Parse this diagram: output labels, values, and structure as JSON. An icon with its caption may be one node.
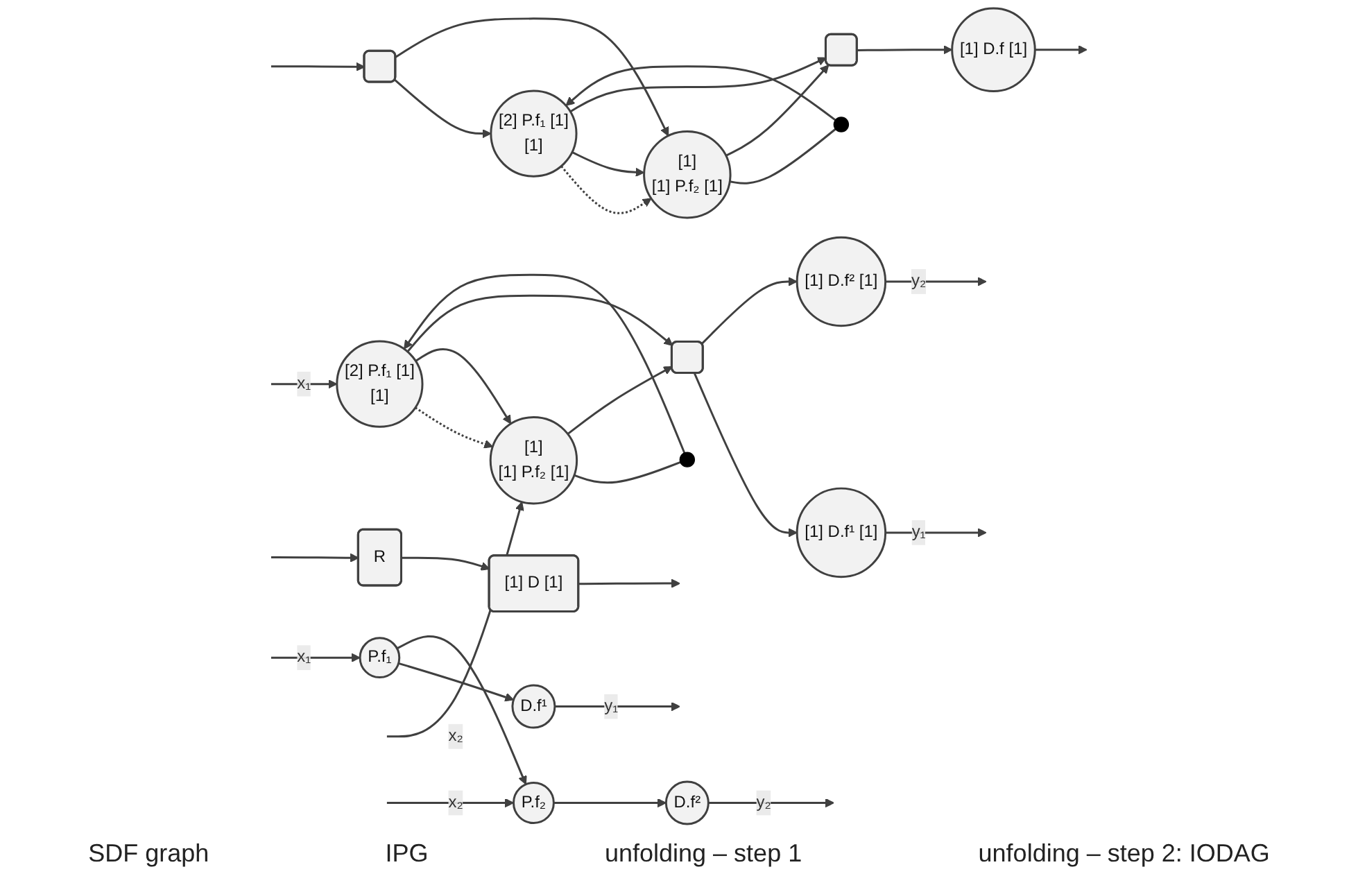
{
  "diagram": {
    "nodes": [
      {
        "text": [
          "R"
        ]
      },
      {
        "text": [
          "[1] D [1]"
        ]
      },
      {
        "text": [],
        "shape": "box"
      },
      {
        "text": [
          "[2] P.f₁ [1]",
          "[1]"
        ]
      },
      {
        "text": [],
        "shape": "circle"
      },
      {
        "text": [
          "[1]",
          "[1] P.f₂ [1]"
        ]
      },
      {
        "text": [],
        "shape": "box"
      },
      {
        "text": [
          "[1] D.f [1]"
        ]
      },
      {
        "text": [
          "[2] P.f₁ [1]",
          "[1]"
        ]
      },
      {
        "text": [
          "[1] D.f¹ [1]"
        ]
      },
      {
        "text": [
          "P.f₁"
        ]
      },
      {
        "text": [
          "D.f¹"
        ]
      },
      {
        "text": [],
        "shape": "circle"
      },
      {
        "text": [],
        "shape": "box"
      },
      {
        "text": [
          "[1]",
          "[1] P.f₂ [1]"
        ]
      },
      {
        "text": [
          "[1] D.f² [1]"
        ]
      },
      {
        "text": [
          "P.f₂"
        ]
      },
      {
        "text": [
          "D.f²"
        ]
      }
    ],
    "edges": [
      {
        "from": null,
        "to": 0,
        "arrow": "to"
      },
      {
        "from": 0,
        "to": 1,
        "arrow": "to"
      },
      {
        "from": 1,
        "to": null,
        "arrow": "to"
      },
      {
        "from": null,
        "to": 2,
        "arrow": "to"
      },
      {
        "from": 2,
        "to": 3,
        "arrow": "to"
      },
      {
        "from": 2,
        "to": 5,
        "arrow": "to"
      },
      {
        "from": 5,
        "to": 4,
        "arrow": "none"
      },
      {
        "from": 4,
        "to": 3,
        "arrow": "to"
      },
      {
        "from": 3,
        "to": 5,
        "arrow": "to",
        "style": "dashed"
      },
      {
        "from": 3,
        "to": 5,
        "arrow": "to"
      },
      {
        "from": 3,
        "to": 6,
        "arrow": "to"
      },
      {
        "from": 5,
        "to": 6,
        "arrow": "to"
      },
      {
        "from": 6,
        "to": 7,
        "arrow": "to"
      },
      {
        "from": 7,
        "to": null,
        "arrow": "to"
      },
      {
        "from": null,
        "to": 8,
        "arrow": "to",
        "label": "x₁"
      },
      {
        "from": null,
        "to": 14,
        "arrow": "to",
        "label": "x₂"
      },
      {
        "from": 14,
        "to": 12,
        "arrow": "none"
      },
      {
        "from": 12,
        "to": 8,
        "arrow": "to"
      },
      {
        "from": 8,
        "to": 14,
        "arrow": "to",
        "style": "dashed"
      },
      {
        "from": 8,
        "to": 14,
        "arrow": "to"
      },
      {
        "from": 8,
        "to": 13,
        "arrow": "to"
      },
      {
        "from": 14,
        "to": 13,
        "arrow": "to"
      },
      {
        "from": 13,
        "to": 9,
        "arrow": "to"
      },
      {
        "from": 13,
        "to": 15,
        "arrow": "to"
      },
      {
        "from": 9,
        "to": null,
        "arrow": "to",
        "label": "y₁"
      },
      {
        "from": 15,
        "to": null,
        "arrow": "to",
        "label": "y₂"
      },
      {
        "from": null,
        "to": 10,
        "arrow": "to",
        "label": "x₁"
      },
      {
        "from": 10,
        "to": 11,
        "arrow": "to"
      },
      {
        "from": 10,
        "to": 16,
        "arrow": "to"
      },
      {
        "from": null,
        "to": 16,
        "arrow": "to",
        "label": "x₂"
      },
      {
        "from": 11,
        "to": null,
        "arrow": "to",
        "label": "y₁"
      },
      {
        "from": 16,
        "to": 17,
        "arrow": "to"
      },
      {
        "from": 17,
        "to": null,
        "arrow": "to",
        "label": "y₂"
      }
    ],
    "labels": [
      "SDF graph",
      "IPG",
      "unfolding – step 1",
      "unfolding – step 2: IODAG"
    ]
  }
}
